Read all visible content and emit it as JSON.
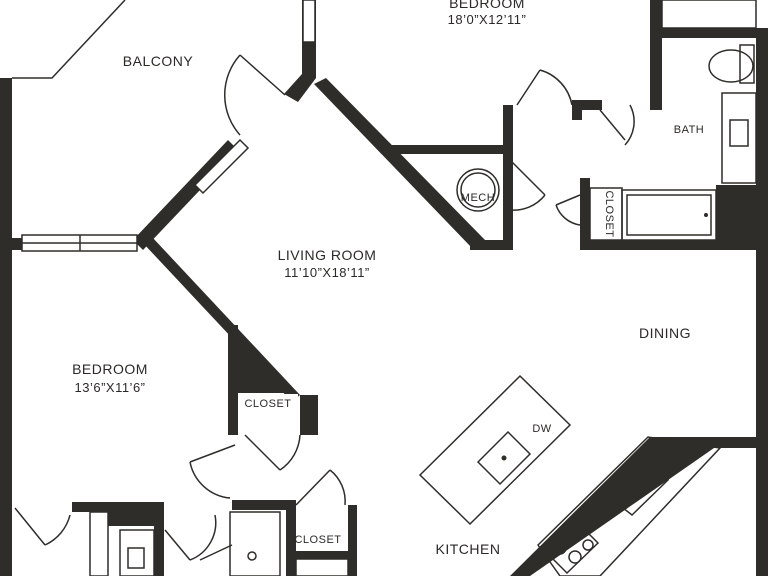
{
  "rooms": {
    "balcony": "BALCONY",
    "bedroom_top": {
      "name": "BEDROOM",
      "dims": "18’0”X12’11”"
    },
    "bath": "BATH",
    "mech": "MECH",
    "closet_bath": "CLOSET",
    "living": {
      "name": "LIVING ROOM",
      "dims": "11’10”X18’11”"
    },
    "dining": "DINING",
    "bedroom_left": {
      "name": "BEDROOM",
      "dims": "13’6”X11’6”"
    },
    "closet_left": "CLOSET",
    "closet_bottom": "CLOSET",
    "dw": "DW",
    "kitchen": "KITCHEN"
  },
  "colors": {
    "wall": "#2f2d29",
    "background": "#ffffff"
  }
}
